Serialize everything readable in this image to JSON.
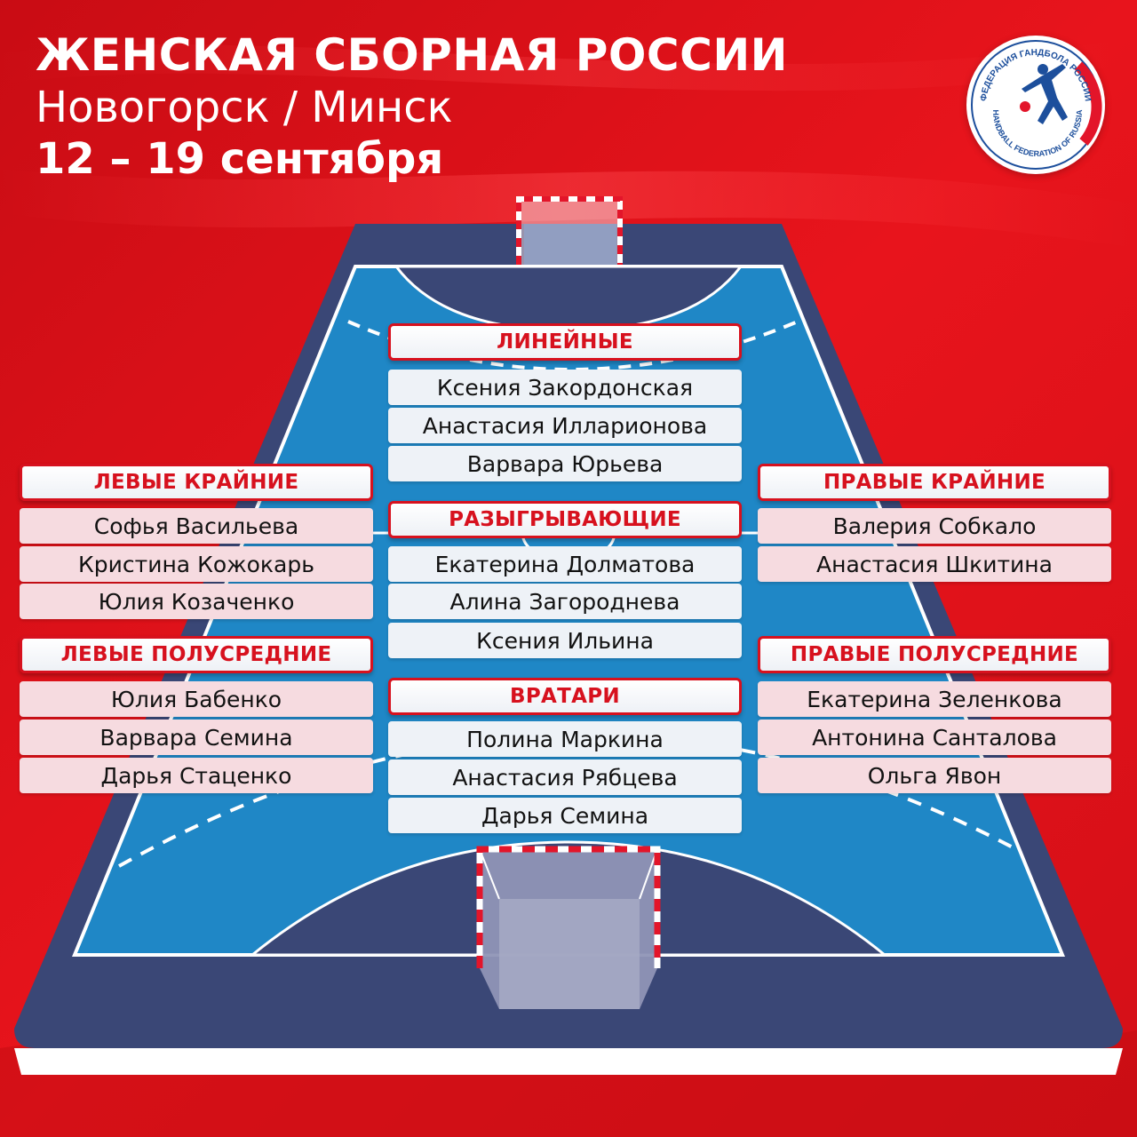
{
  "header": {
    "title": "ЖЕНСКАЯ СБОРНАЯ РОССИИ",
    "location": "Новогорск / Минск",
    "dates": "12 – 19 сентября"
  },
  "logo": {
    "icon": "handball-player-icon",
    "text_top": "ФЕДЕРАЦИЯ ГАНДБОЛА РОССИИ",
    "text_bottom": "HANDBALL FEDERATION OF RUSSIA"
  },
  "colors": {
    "background": "#e10f17",
    "court_outer": "#3a4776",
    "court_inner": "#1f87c6",
    "accent": "#d7111e"
  },
  "groups": {
    "pivots": {
      "label": "ЛИНЕЙНЫЕ",
      "players": [
        "Ксения Закордонская",
        "Анастасия Илларионова",
        "Варвара Юрьева"
      ]
    },
    "centers": {
      "label": "РАЗЫГРЫВАЮЩИЕ",
      "players": [
        "Екатерина Долматова",
        "Алина Загороднева",
        "Ксения Ильина"
      ]
    },
    "goalkeepers": {
      "label": "ВРАТАРИ",
      "players": [
        "Полина Маркина",
        "Анастасия Рябцева",
        "Дарья Семина"
      ]
    },
    "left_wings": {
      "label": "ЛЕВЫЕ КРАЙНИЕ",
      "players": [
        "Софья Васильева",
        "Кристина Кожокарь",
        "Юлия Козаченко"
      ]
    },
    "left_backs": {
      "label": "ЛЕВЫЕ ПОЛУСРЕДНИЕ",
      "players": [
        "Юлия Бабенко",
        "Варвара Семина",
        "Дарья Стаценко"
      ]
    },
    "right_wings": {
      "label": "ПРАВЫЕ КРАЙНИЕ",
      "players": [
        "Валерия Собкало",
        "Анастасия Шкитина"
      ]
    },
    "right_backs": {
      "label": "ПРАВЫЕ ПОЛУСРЕДНИЕ",
      "players": [
        "Екатерина Зеленкова",
        "Антонина Санталова",
        "Ольга Явон"
      ]
    }
  }
}
